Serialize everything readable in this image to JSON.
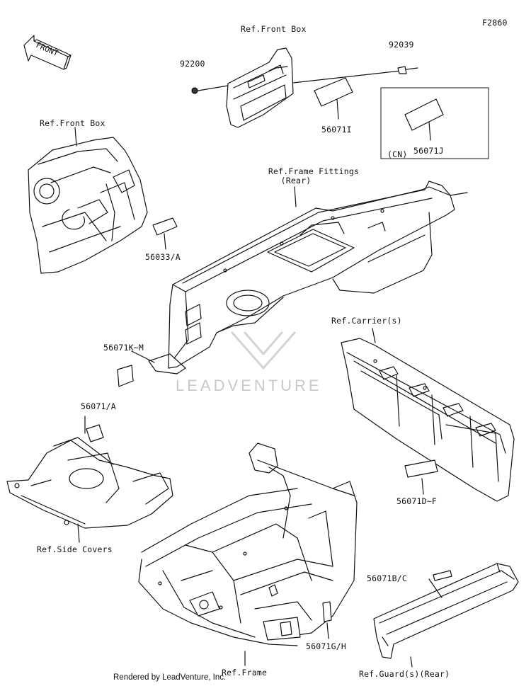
{
  "figure_code": "F2860",
  "front_arrow_label": "FRONT",
  "refs": {
    "front_box_top": "Ref.Front Box",
    "front_box_left": "Ref.Front Box",
    "frame_fittings_line1": "Ref.Frame Fittings",
    "frame_fittings_line2": "(Rear)",
    "carriers": "Ref.Carrier(s)",
    "side_covers": "Ref.Side Covers",
    "frame": "Ref.Frame",
    "guards": "Ref.Guard(s)(Rear)"
  },
  "parts": {
    "p92200": "92200",
    "p92039": "92039",
    "p56071I": "56071I",
    "p56071J": "56071J",
    "cn_label": "(CN)",
    "p56033A": "56033/A",
    "p56071KM": "56071K~M",
    "p56071A": "56071/A",
    "p56071DF": "56071D~F",
    "p56071BC": "56071B/C",
    "p56071GH": "56071G/H"
  },
  "watermark": "LEADVENTURE",
  "footer": "Rendered by LeadVenture, Inc."
}
